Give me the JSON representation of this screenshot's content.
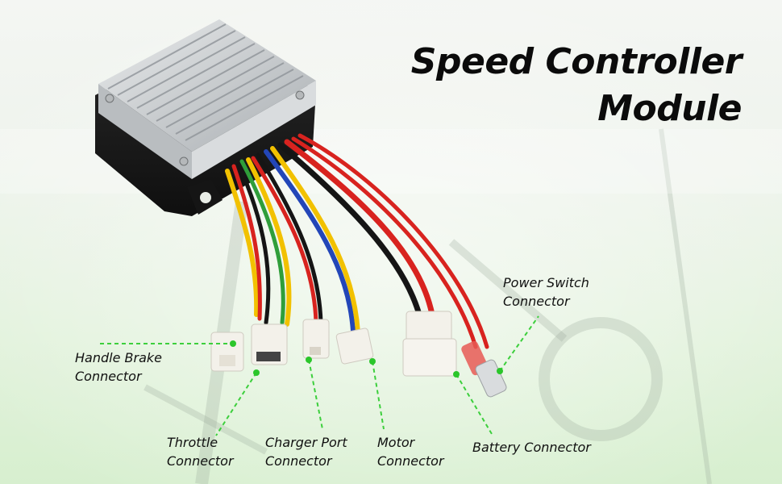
{
  "title": {
    "line1": "Speed Controller",
    "line2": "Module"
  },
  "labels": {
    "handle_brake": {
      "line1": "Handle Brake",
      "line2": "Connector"
    },
    "throttle": {
      "line1": "Throttle",
      "line2": "Connector"
    },
    "charger_port": {
      "line1": "Charger Port",
      "line2": "Connector"
    },
    "motor": {
      "line1": "Motor",
      "line2": "Connector"
    },
    "battery": {
      "line1": "Battery Connector"
    },
    "power_switch": {
      "line1": "Power Switch",
      "line2": "Connector"
    }
  },
  "colors": {
    "leader_line": "#3ccf3c",
    "housing": "#1c1c1c",
    "heatsink": "#cfd2d4",
    "wire_red": "#d8231f",
    "wire_black": "#151515",
    "wire_yellow": "#f2c100",
    "wire_blue": "#2346b8",
    "wire_green": "#2f9e3a",
    "connector_white": "#f3f1ea"
  }
}
